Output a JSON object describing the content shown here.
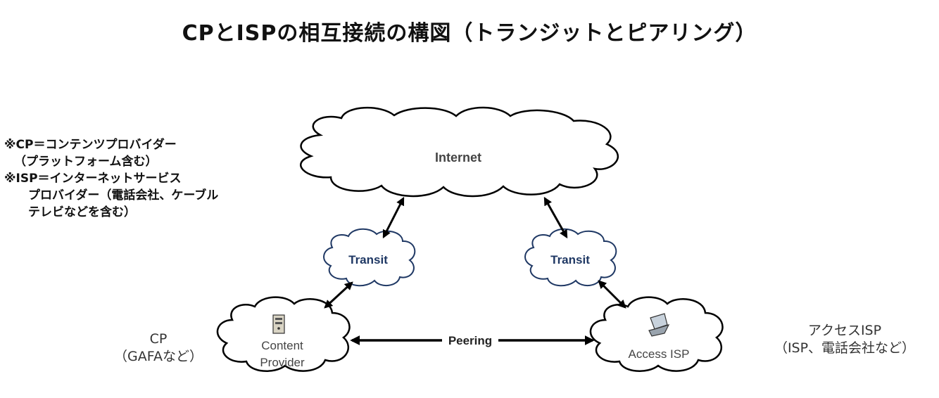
{
  "title": "CPとISPの相互接続の構図（トランジットとピアリング）",
  "notes": {
    "line1": "※CP＝コンテンツプロバイダー",
    "line2": "（プラットフォーム含む）",
    "line3": "※ISP＝インターネットサービス",
    "line4": "プロバイダー（電話会社、ケーブル",
    "line5": "テレビなどを含む）"
  },
  "nodes": {
    "internet": "Internet",
    "transit_left": "Transit",
    "transit_right": "Transit",
    "content_provider_line1": "Content",
    "content_provider_line2": "Provider",
    "access_isp": "Access ISP"
  },
  "edges": {
    "peering": "Peering"
  },
  "side_labels": {
    "cp_line1": "CP",
    "cp_line2": "（GAFAなど）",
    "isp_line1": "アクセスISP",
    "isp_line2": "（ISP、電話会社など）"
  },
  "colors": {
    "transit_text": "#1f3864",
    "cloud_stroke": "#000000",
    "node_text": "#444444"
  }
}
